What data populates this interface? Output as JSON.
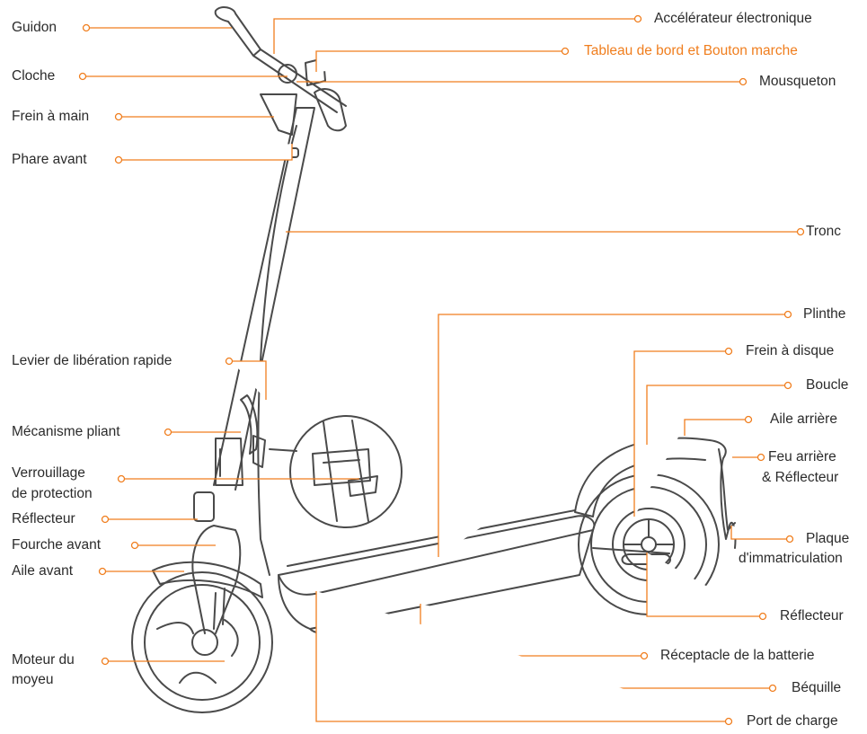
{
  "colors": {
    "leader": "#f07e1e",
    "highlight": "#f07e1e",
    "outline": "#4a4a4a",
    "text": "#2b2b2b"
  },
  "left_labels": {
    "guidon": "Guidon",
    "cloche": "Cloche",
    "frein_main": "Frein à main",
    "phare": "Phare avant",
    "levier": "Levier de libération rapide",
    "mecanisme": "Mécanisme pliant",
    "verrouillage_1": "Verrouillage",
    "verrouillage_2": "de protection",
    "reflecteur_avant": "Réflecteur",
    "fourche": "Fourche avant",
    "aile_avant": "Aile avant",
    "moteur_1": "Moteur du",
    "moteur_2": "moyeu"
  },
  "right_labels": {
    "accelerateur": "Accélérateur électronique",
    "tableau": "Tableau de bord et Bouton marche",
    "mousqueton": "Mousqueton",
    "tronc": "Tronc",
    "plinthe": "Plinthe",
    "frein_disque": "Frein à disque",
    "boucle": "Boucle",
    "aile_arriere": "Aile arrière",
    "feu_1": "Feu arrière",
    "feu_2": "& Réflecteur",
    "plaque_1": "Plaque",
    "plaque_2": "d'immatriculation",
    "reflecteur_arriere": "Réflecteur",
    "receptacle": "Réceptacle de la batterie",
    "bequille": "Béquille",
    "port": "Port de charge"
  }
}
